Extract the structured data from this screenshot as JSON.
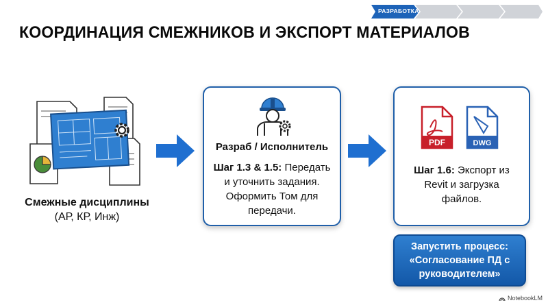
{
  "progress": {
    "label": "РАЗРАБОТКА",
    "steps_total": 4,
    "active_step": 1,
    "colors": {
      "active": "#1d63b8",
      "inactive": "#d0d3d8"
    }
  },
  "title": "КООРДИНАЦИЯ СМЕЖНИКОВ И ЭКСПОРТ МАТЕРИАЛОВ",
  "left": {
    "icon": "documents-blueprint-icon",
    "caption_line1": "Смежные дисциплины",
    "caption_line2": "(АР, КР, Инж)"
  },
  "card1": {
    "icon": "worker-helmet-icon",
    "role": "Разраб / Исполнитель",
    "step_label": "Шаг 1.3 & 1.5:",
    "text1": " Передать",
    "text2": "и уточнить задания.",
    "text3": "Оформить Том для",
    "text4": "передачи."
  },
  "card2": {
    "pdf_label": "PDF",
    "dwg_label": "DWG",
    "step_label": "Шаг 1.6:",
    "text1": " Экспорт из",
    "text2": "Revit и загрузка",
    "text3": "файлов."
  },
  "action": {
    "line1": "Запустить процесс:",
    "line2": "«Согласование ПД с",
    "line3": "руководителем»"
  },
  "watermark": "NotebookLM",
  "colors": {
    "brand_blue": "#1f5fa9",
    "pdf_red": "#c8202a",
    "dwg_blue": "#2a62b5"
  }
}
